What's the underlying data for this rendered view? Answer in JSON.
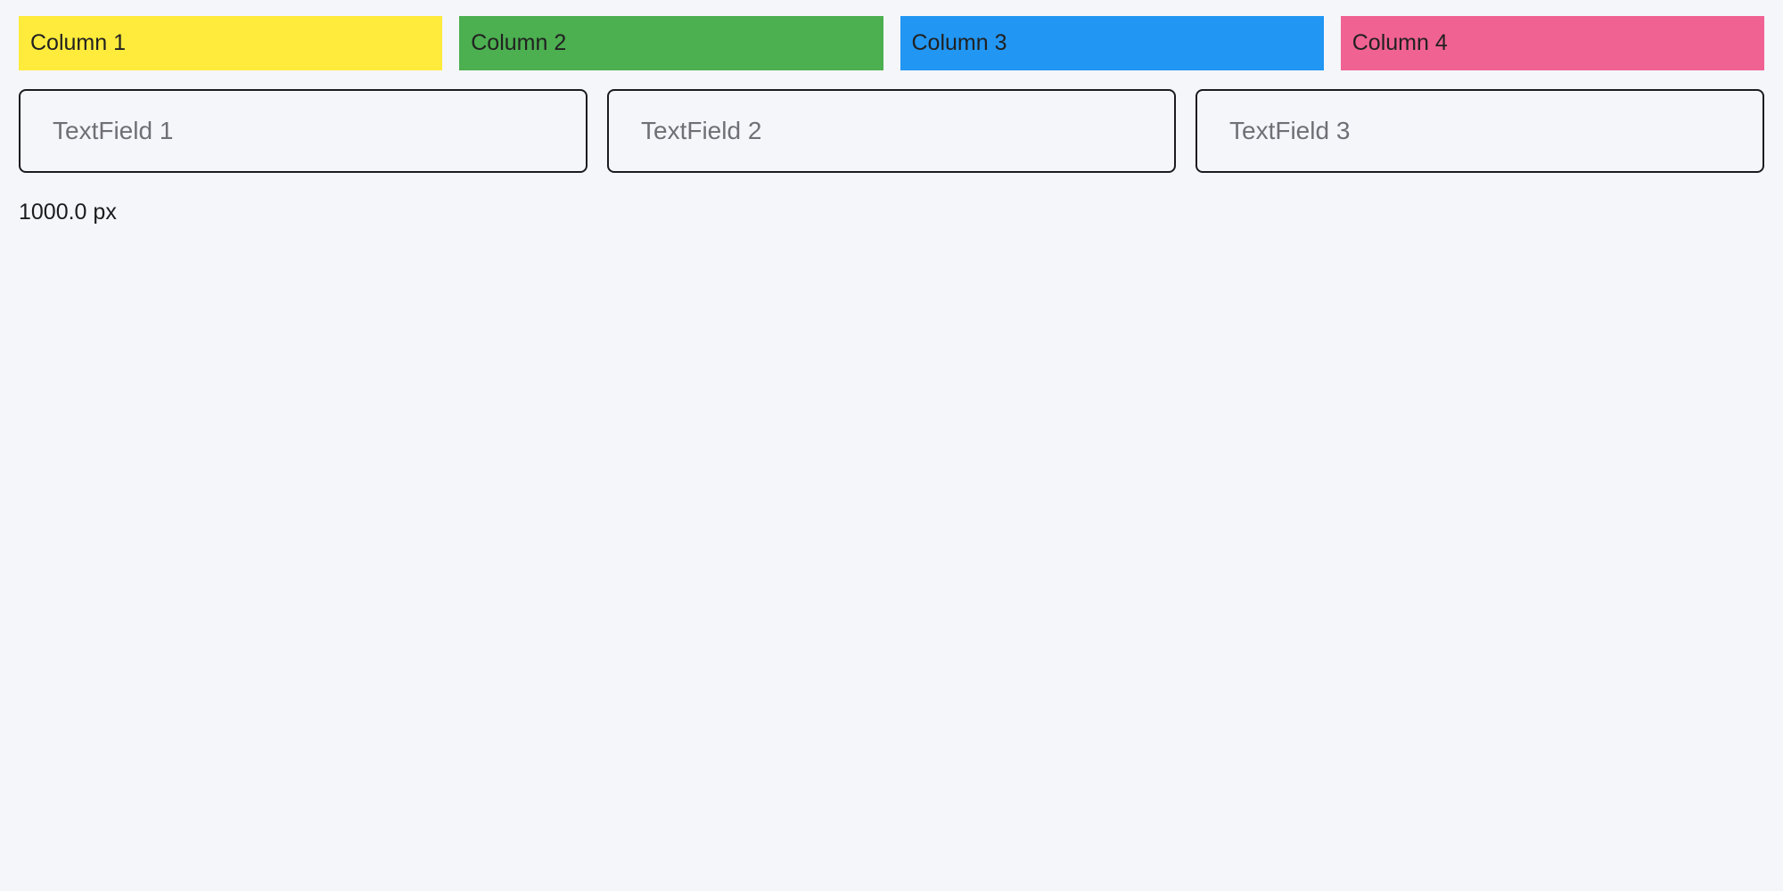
{
  "canvas": {
    "background": "#F5F6FA"
  },
  "columns": [
    {
      "label": "Column 1",
      "color": "#FFEB3B"
    },
    {
      "label": "Column 2",
      "color": "#4CAF50"
    },
    {
      "label": "Column 3",
      "color": "#2196F3"
    },
    {
      "label": "Column 4",
      "color": "#F06292"
    }
  ],
  "textfields": [
    {
      "placeholder": "TextField 1"
    },
    {
      "placeholder": "TextField 2"
    },
    {
      "placeholder": "TextField 3"
    }
  ],
  "footer": {
    "width_label": "1000.0 px"
  }
}
